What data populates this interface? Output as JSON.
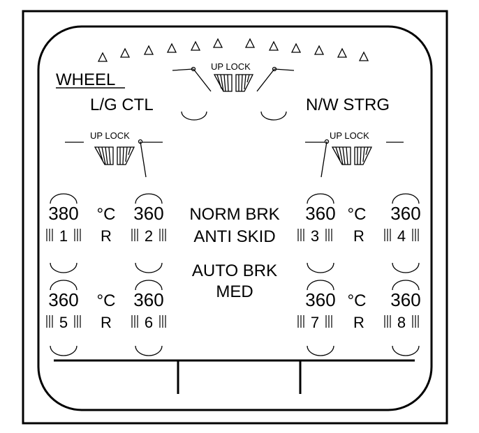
{
  "page": {
    "title": "WHEEL",
    "lg_ctl_label": "L/G CTL",
    "nw_strg_label": "N/W STRG",
    "up_lock_label": "UP LOCK"
  },
  "center": {
    "brake_mode_1": "NORM BRK",
    "brake_mode_2": "ANTI SKID",
    "autobrake_1": "AUTO BRK",
    "autobrake_2": "MED"
  },
  "wheels": [
    {
      "id": "1",
      "temp": "380",
      "release": "R"
    },
    {
      "id": "2",
      "temp": "360",
      "release": "R"
    },
    {
      "id": "3",
      "temp": "360",
      "release": "R"
    },
    {
      "id": "4",
      "temp": "360",
      "release": "R"
    },
    {
      "id": "5",
      "temp": "360",
      "release": "R"
    },
    {
      "id": "6",
      "temp": "360",
      "release": "R"
    },
    {
      "id": "7",
      "temp": "360",
      "release": "R"
    },
    {
      "id": "8",
      "temp": "360",
      "release": "R"
    }
  ],
  "units": {
    "temp_left_upper": "°C",
    "temp_left_lower": "°C",
    "temp_right_upper": "°C",
    "temp_right_lower": "°C"
  },
  "icons": {
    "door_indicator": "triangle-icon",
    "brake_arc": "arc-icon",
    "uplock": "hatched-uplock-icon"
  }
}
